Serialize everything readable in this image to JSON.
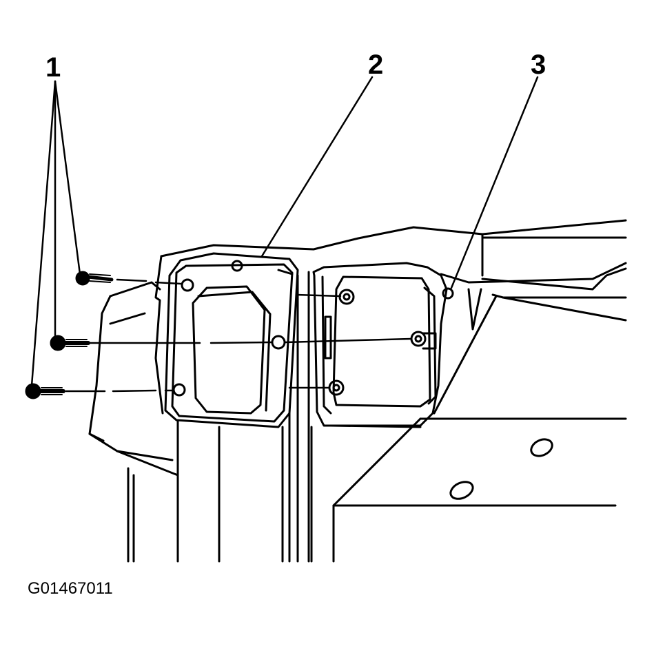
{
  "callouts": {
    "one": "1",
    "two": "2",
    "three": "3"
  },
  "figure_id": "G01467011",
  "colors": {
    "ink": "#000000",
    "paper": "#ffffff"
  }
}
